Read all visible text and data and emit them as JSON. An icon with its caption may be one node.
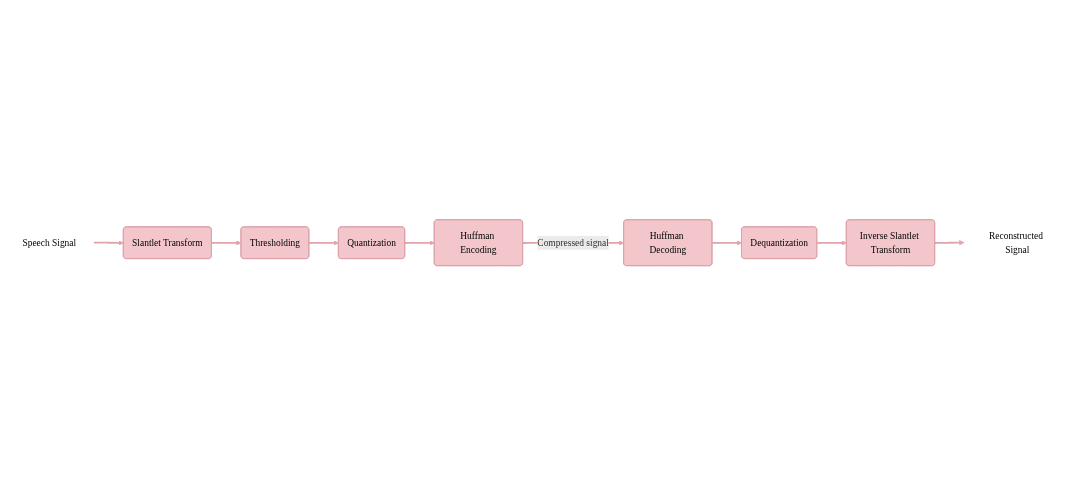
{
  "diagram": {
    "nodes": [
      {
        "text": [
          "Speech Signal"
        ]
      },
      {
        "text": [
          "Slantlet Transform"
        ]
      },
      {
        "text": [
          "Thresholding"
        ]
      },
      {
        "text": [
          "Quantization"
        ]
      },
      {
        "text": [
          "Huffman Encoding"
        ]
      },
      {
        "text": [
          "Huffman Decoding"
        ]
      },
      {
        "text": [
          "Dequantization"
        ]
      },
      {
        "text": [
          "Inverse Slantlet Transform"
        ]
      },
      {
        "text": [
          "Reconstructed Signal"
        ]
      }
    ],
    "edges": [
      {
        "from": 0,
        "to": 1,
        "arrow": "to"
      },
      {
        "from": 1,
        "to": 2,
        "arrow": "to"
      },
      {
        "from": 2,
        "to": 3,
        "arrow": "to"
      },
      {
        "from": 3,
        "to": 4,
        "arrow": "to"
      },
      {
        "from": 4,
        "to": 5,
        "arrow": "to",
        "label": "Compressed signal"
      },
      {
        "from": 5,
        "to": 6,
        "arrow": "to"
      },
      {
        "from": 6,
        "to": 7,
        "arrow": "to"
      },
      {
        "from": 7,
        "to": 8,
        "arrow": "to"
      }
    ]
  }
}
